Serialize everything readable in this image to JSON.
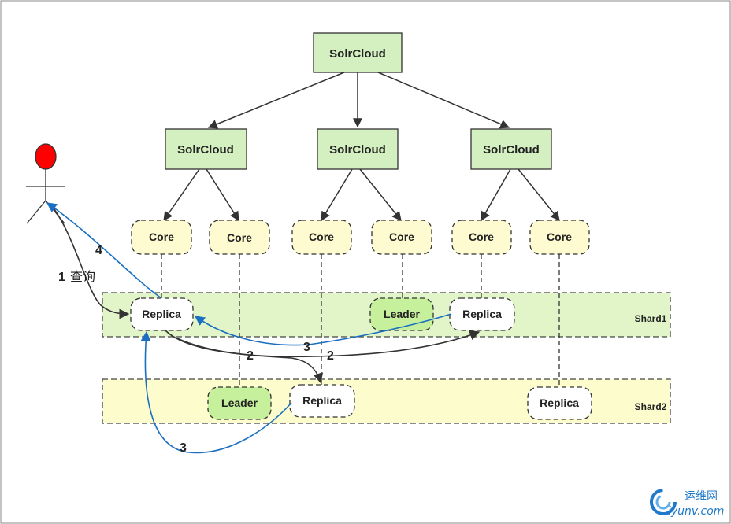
{
  "root": {
    "label": "SolrCloud"
  },
  "clouds": [
    {
      "label": "SolrCloud"
    },
    {
      "label": "SolrCloud"
    },
    {
      "label": "SolrCloud"
    }
  ],
  "cores": [
    "Core",
    "Core",
    "Core",
    "Core",
    "Core",
    "Core"
  ],
  "shards": [
    {
      "label": "Shard1",
      "color": "#e1f5c8"
    },
    {
      "label": "Shard2",
      "color": "#fdfccd"
    }
  ],
  "shard1_nodes": {
    "replica_left": "Replica",
    "leader": "Leader",
    "replica_right": "Replica"
  },
  "shard2_nodes": {
    "leader": "Leader",
    "replica_mid": "Replica",
    "replica_right": "Replica"
  },
  "user_query": {
    "step": "1",
    "text": "查询"
  },
  "steps": {
    "two_a": "2",
    "two_b": "2",
    "three_a": "3",
    "three_b": "3",
    "four": "4"
  },
  "watermark": {
    "site_cn": "运维网",
    "site_url": "iyunv.com"
  },
  "colors": {
    "cloud_fill": "#d5f0c0",
    "core_fill": "#fffbd0",
    "leader_fill": "#c6f09c",
    "actor_head": "#ff0000",
    "blue_arrow": "#1a6fc0",
    "dark_arrow": "#333333"
  }
}
